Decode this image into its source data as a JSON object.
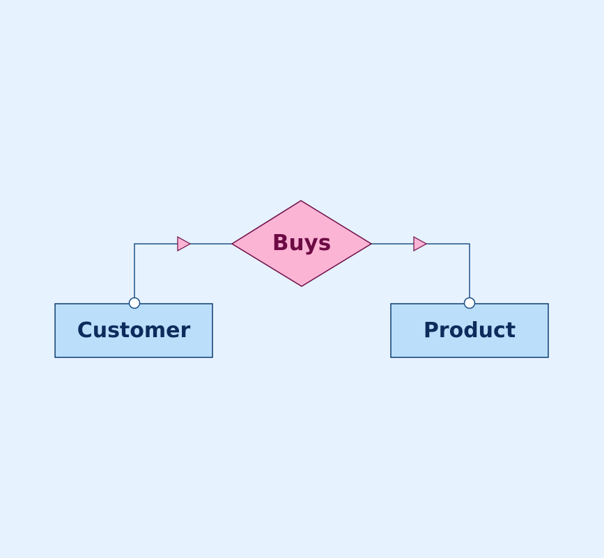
{
  "diagram": {
    "relationship": {
      "label": "Buys"
    },
    "entities": [
      {
        "label": "Customer"
      },
      {
        "label": "Product"
      }
    ],
    "colors": {
      "background": "#e6f2fe",
      "entity_fill": "#bbdefb",
      "entity_stroke": "#0d3b6e",
      "entity_text": "#0d2c5c",
      "relationship_fill": "#fbb4d4",
      "relationship_stroke": "#6d0b45",
      "relationship_text": "#6d0b45",
      "line": "#1b4f86"
    }
  }
}
